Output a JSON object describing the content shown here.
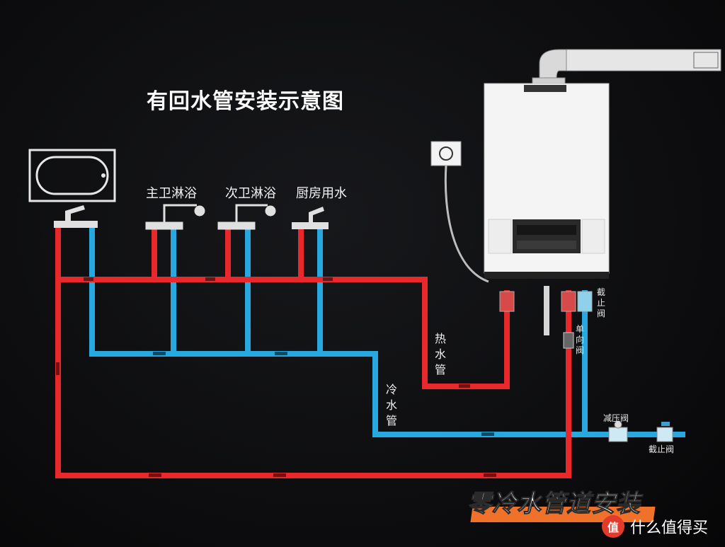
{
  "title": "有回水管安装示意图",
  "fixtures": {
    "main_shower": "主卫淋浴",
    "second_shower": "次卫淋浴",
    "kitchen": "厨房用水"
  },
  "pipes": {
    "hot": "热水管",
    "cold": "冷水管"
  },
  "valves": {
    "shutoff": "截止阀",
    "pressure_reducer": "减压阀",
    "shutoff_inlet": "截止阀",
    "check_valve": "单向阀"
  },
  "banner": "零冷水管道安装",
  "brand": {
    "badge": "值",
    "name": "什么值得买"
  },
  "colors": {
    "hot_pipe": "#e8282b",
    "cold_pipe": "#27a8de",
    "background": "#0c0c0e",
    "banner": "#f0722a"
  }
}
